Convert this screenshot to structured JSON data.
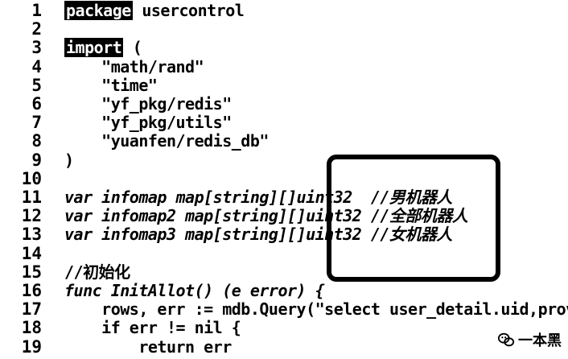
{
  "editor": {
    "lines": [
      {
        "num": "1",
        "pre": "",
        "kw": "package",
        "post": " usercontrol"
      },
      {
        "num": "2",
        "pre": "",
        "kw": "",
        "post": ""
      },
      {
        "num": "3",
        "pre": "",
        "kw": "import",
        "post": " ("
      },
      {
        "num": "4",
        "pre": "    ",
        "kw": "",
        "post": "\"math/rand\""
      },
      {
        "num": "5",
        "pre": "    ",
        "kw": "",
        "post": "\"time\""
      },
      {
        "num": "6",
        "pre": "    ",
        "kw": "",
        "post": "\"yf_pkg/redis\""
      },
      {
        "num": "7",
        "pre": "    ",
        "kw": "",
        "post": "\"yf_pkg/utils\""
      },
      {
        "num": "8",
        "pre": "    ",
        "kw": "",
        "post": "\"yuanfen/redis_db\""
      },
      {
        "num": "9",
        "pre": "",
        "kw": "",
        "post": ")"
      },
      {
        "num": "10",
        "pre": "",
        "kw": "",
        "post": ""
      },
      {
        "num": "11",
        "pre": "",
        "kw": "",
        "post": "var infomap map[string][]uint32  //男机器人"
      },
      {
        "num": "12",
        "pre": "",
        "kw": "",
        "post": "var infomap2 map[string][]uint32 //全部机器人"
      },
      {
        "num": "13",
        "pre": "",
        "kw": "",
        "post": "var infomap3 map[string][]uint32 //女机器人"
      },
      {
        "num": "14",
        "pre": "",
        "kw": "",
        "post": ""
      },
      {
        "num": "15",
        "pre": "",
        "kw": "",
        "post": "//初始化"
      },
      {
        "num": "16",
        "pre": "",
        "kw": "",
        "post": "func InitAllot() (e error) {"
      },
      {
        "num": "17",
        "pre": "    ",
        "kw": "",
        "post": "rows, err := mdb.Query(\"select user_detail.uid,provi"
      },
      {
        "num": "18",
        "pre": "    ",
        "kw": "",
        "post": "if err != nil {"
      },
      {
        "num": "19",
        "pre": "        ",
        "kw": "",
        "post": "return err"
      }
    ]
  },
  "watermark": {
    "text": "一本黑",
    "icon": "wechat-icon"
  }
}
